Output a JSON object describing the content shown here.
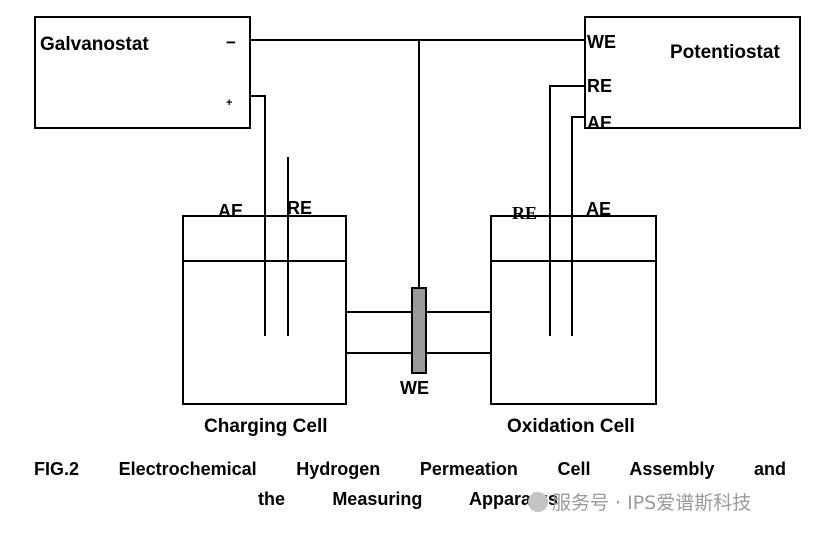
{
  "instruments": {
    "galvanostat": {
      "label": "Galvanostat",
      "minus": "−",
      "plus": "+"
    },
    "potentiostat": {
      "label": "Potentiostat",
      "terminals": [
        "WE",
        "RE",
        "AE"
      ]
    }
  },
  "cells": {
    "charging": {
      "label": "Charging Cell",
      "electrodes": [
        "AE",
        "RE"
      ]
    },
    "oxidation": {
      "label": "Oxidation Cell",
      "electrodes": [
        "RE",
        "AE"
      ]
    }
  },
  "membrane": {
    "label": "WE"
  },
  "caption": {
    "line1": "FIG.2 Electrochemical Hydrogen Permeation Cell Assembly and",
    "line2": "the Measuring Apparatus"
  },
  "watermark": {
    "text": "服务号 · IPS爱谱斯科技"
  },
  "colors": {
    "stroke": "#000000",
    "membrane_fill": "#9a9a9a",
    "watermark": "#9a9a9a"
  }
}
